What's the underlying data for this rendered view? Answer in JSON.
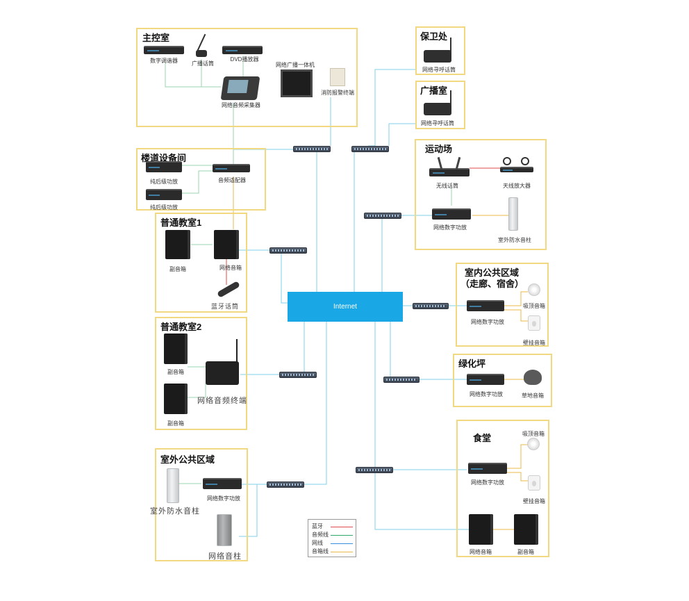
{
  "internet": "Internet",
  "colors": {
    "zone_border": "#f2d880",
    "network": "#7fd0ea",
    "audio": "#7cc7a0",
    "bluetooth": "#e04a4a",
    "speaker": "#e8b84a",
    "internet": "#19a7e6"
  },
  "legend": [
    {
      "label": "蓝牙",
      "color": "#e04a4a"
    },
    {
      "label": "音频线",
      "color": "#2ea86b"
    },
    {
      "label": "网线",
      "color": "#3a8de0"
    },
    {
      "label": "音箱线",
      "color": "#e8b84a"
    }
  ],
  "zones": {
    "control_room": {
      "title": "主控室",
      "devices": {
        "tuner": "数字调谐器",
        "paging_mic": "广播话筒",
        "dvd": "DVD播放器",
        "host": "网络音频采集器",
        "all_in_one": "网络广播一体机",
        "fire_terminal": "消防报警终端"
      }
    },
    "security": {
      "title": "保卫处",
      "devices": {
        "intercom": "网络寻呼话筒"
      }
    },
    "broadcast_room": {
      "title": "广播室",
      "devices": {
        "intercom": "网络寻呼话筒"
      }
    },
    "stair_room": {
      "title": "楼道设备间",
      "devices": {
        "amp1": "纯后级功放",
        "amp2": "纯后级功放",
        "adapter": "音频适配器"
      }
    },
    "stadium": {
      "title": "运动场",
      "devices": {
        "wireless_mic": "无线话筒",
        "antenna": "天线放大器",
        "amp": "网络数字功放",
        "column": "室外防水音柱"
      }
    },
    "classroom1": {
      "title": "普通教室1",
      "devices": {
        "passive": "副音箱",
        "active": "网络音箱",
        "bt_mic": "蓝牙话筒"
      }
    },
    "indoor_public": {
      "title": "室内公共区域",
      "subtitle": "（走廊、宿舍）",
      "devices": {
        "ceiling": "吸顶音箱",
        "amp": "网络数字功放",
        "wall": "壁挂音箱"
      }
    },
    "classroom2": {
      "title": "普通教室2",
      "devices": {
        "spk1": "副音箱",
        "spk2": "副音箱",
        "terminal": "网络音频终端"
      }
    },
    "lawn": {
      "title": "绿化坪",
      "devices": {
        "amp": "网络数字功放",
        "garden": "草地音箱"
      }
    },
    "canteen": {
      "title": "食堂",
      "devices": {
        "ceiling": "吸顶音箱",
        "amp": "网络数字功放",
        "wall": "壁挂音箱",
        "net_spk": "网络音箱",
        "sub_spk": "副音箱"
      }
    },
    "outdoor_public": {
      "title": "室外公共区域",
      "devices": {
        "column": "室外防水音柱",
        "amp": "网络数字功放",
        "net_column": "网络音柱"
      }
    }
  }
}
